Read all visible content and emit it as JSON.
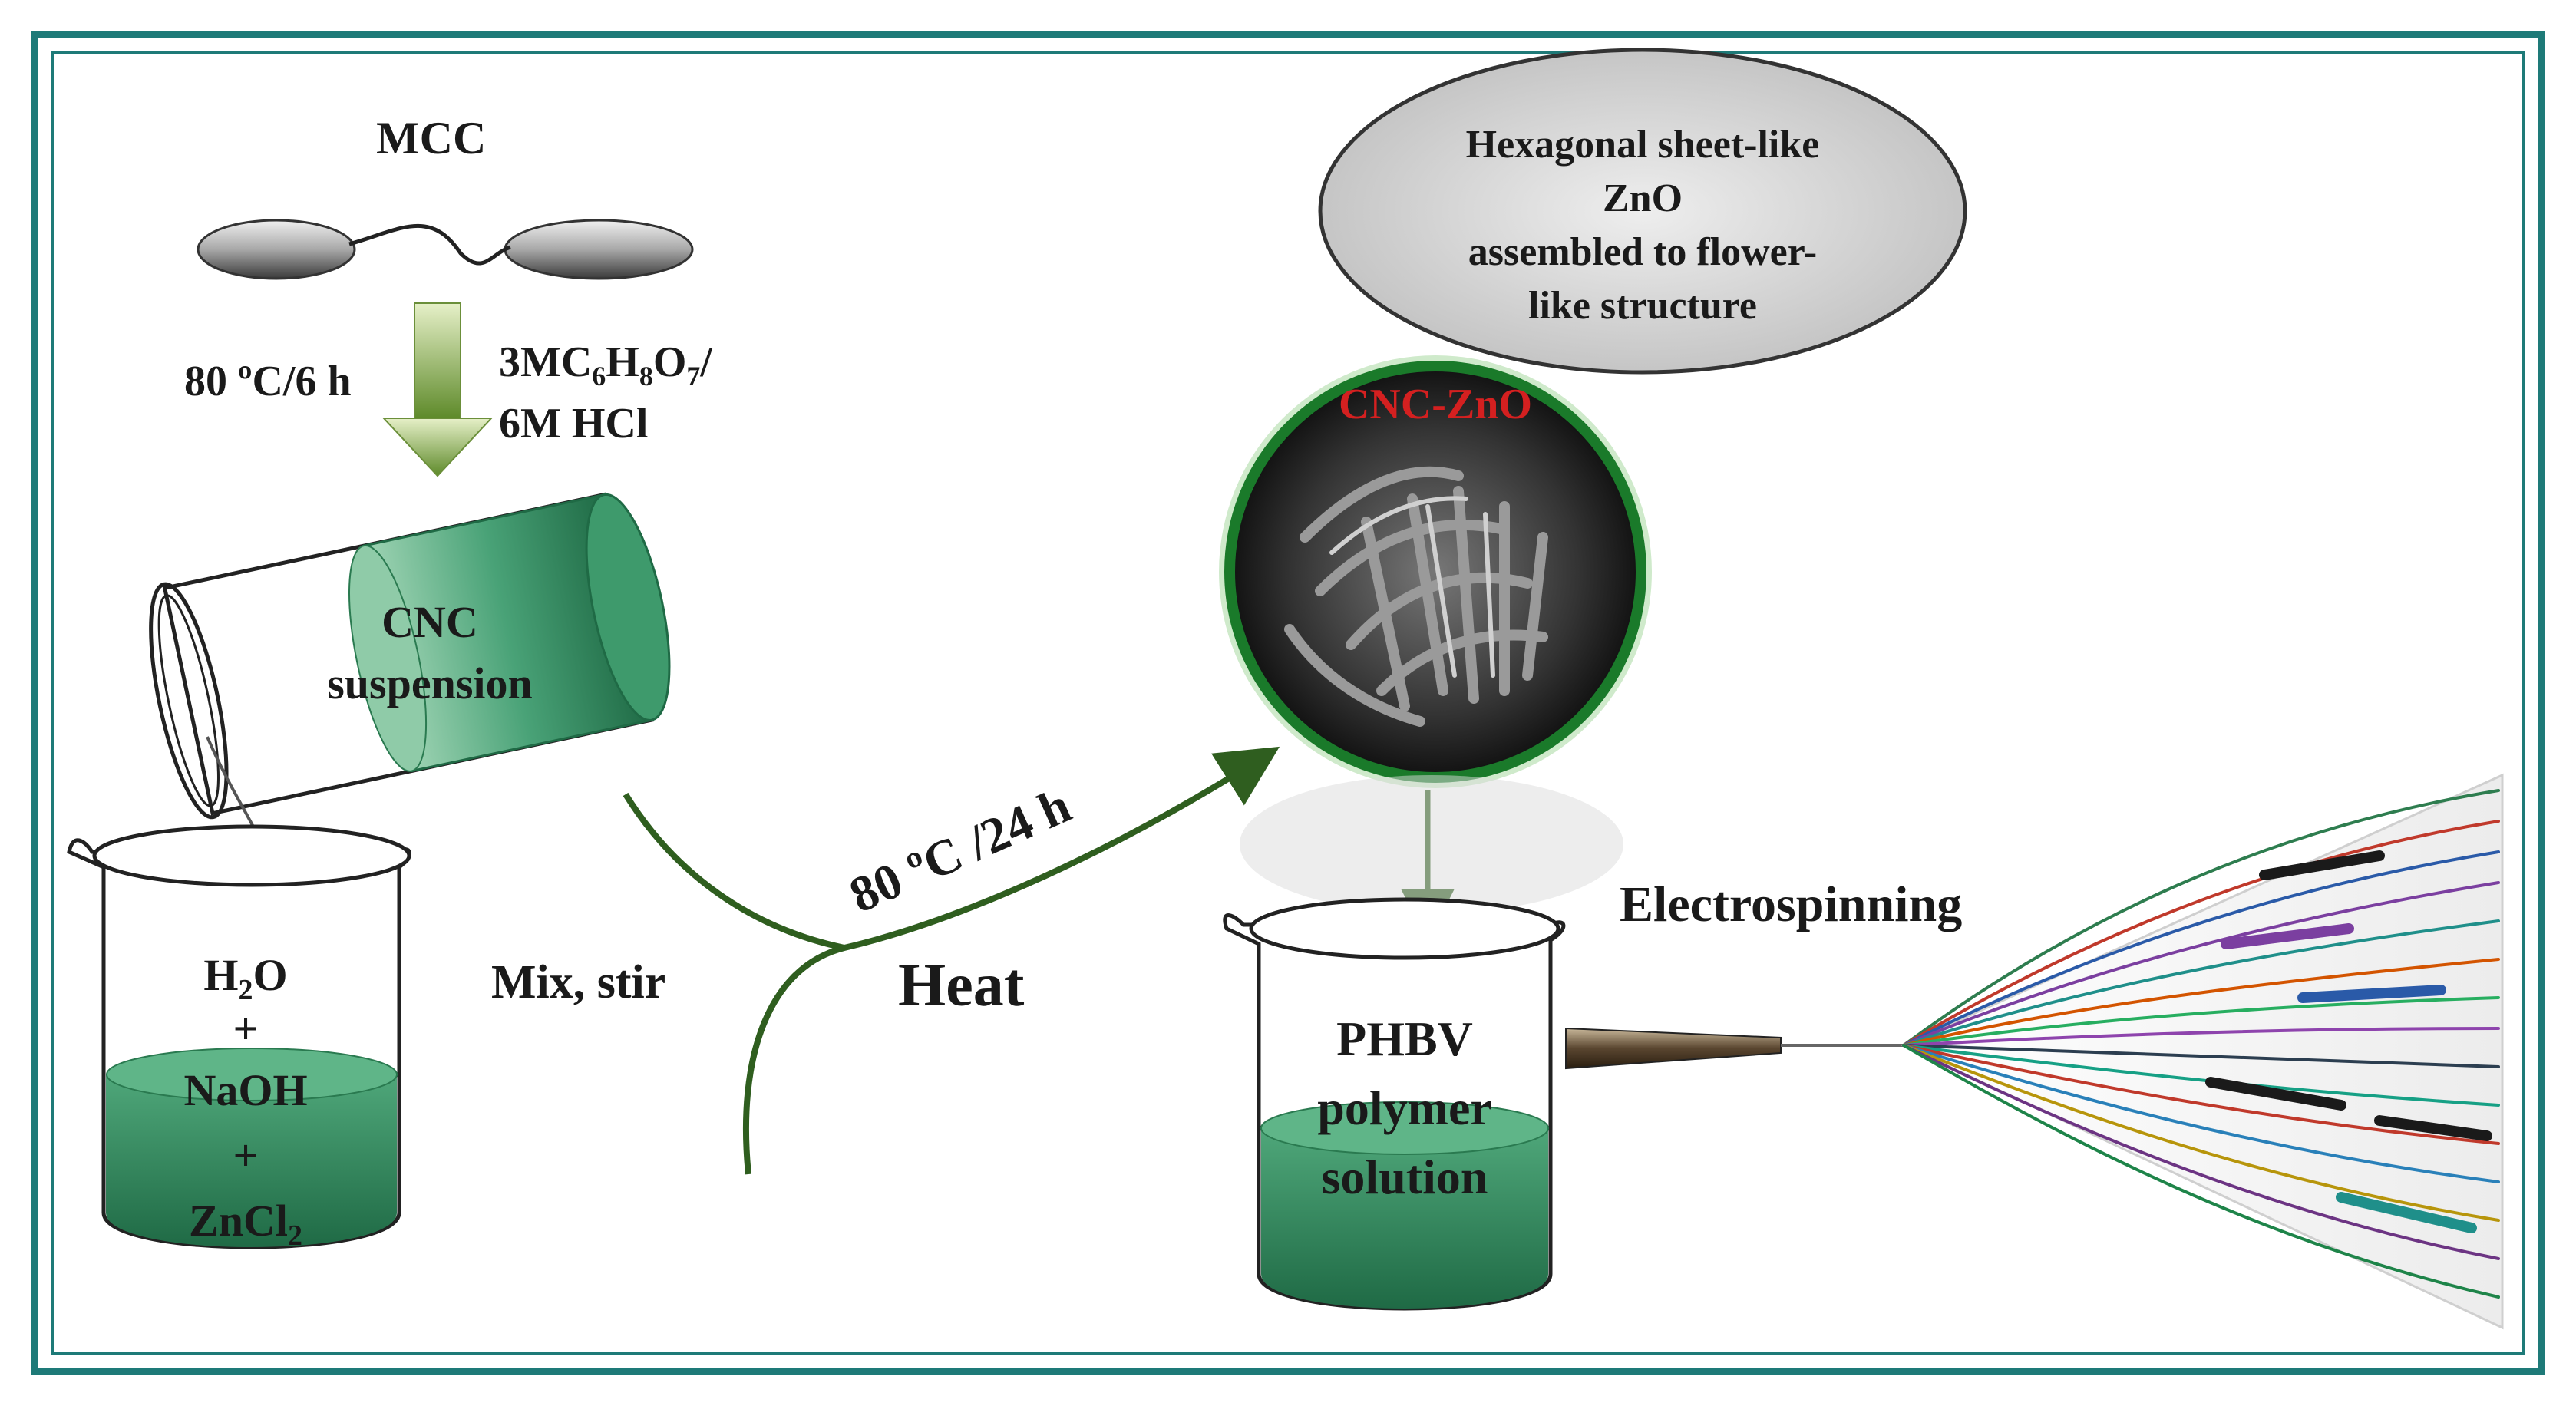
{
  "labels": {
    "mcc": "MCC",
    "temp_time_1": "80 ºC/6 h",
    "acid_line1_parts": [
      "3MC",
      "6",
      "H",
      "8",
      "O",
      "7",
      "/"
    ],
    "acid_line2": "6M HCl",
    "cnc_line1": "CNC",
    "cnc_line2": "suspension",
    "beaker1_h2o_parts": [
      "H",
      "2",
      "O"
    ],
    "plus1": "+",
    "naoh": "NaOH",
    "plus2": "+",
    "zncl2_parts": [
      "ZnCl",
      "2"
    ],
    "mix_stir": "Mix, stir",
    "temp_time_2": "80 ºC /24 h",
    "heat": "Heat",
    "ellipse_line1": "Hexagonal sheet-like",
    "ellipse_line2": "ZnO",
    "ellipse_line3": "assembled to flower-",
    "ellipse_line4": "like structure",
    "cnc_zno": "CNC-ZnO",
    "phbv_line1": "PHBV",
    "phbv_line2": "polymer",
    "phbv_line3": "solution",
    "electrospinning": "Electrospinning"
  },
  "colors": {
    "frame": "#1e7a78",
    "liquid_green": "#2f8a5a",
    "arrow_green": "#2f5e1f",
    "cnc_zno_red": "#d42020",
    "sem_ring": "#1a7a2a"
  }
}
